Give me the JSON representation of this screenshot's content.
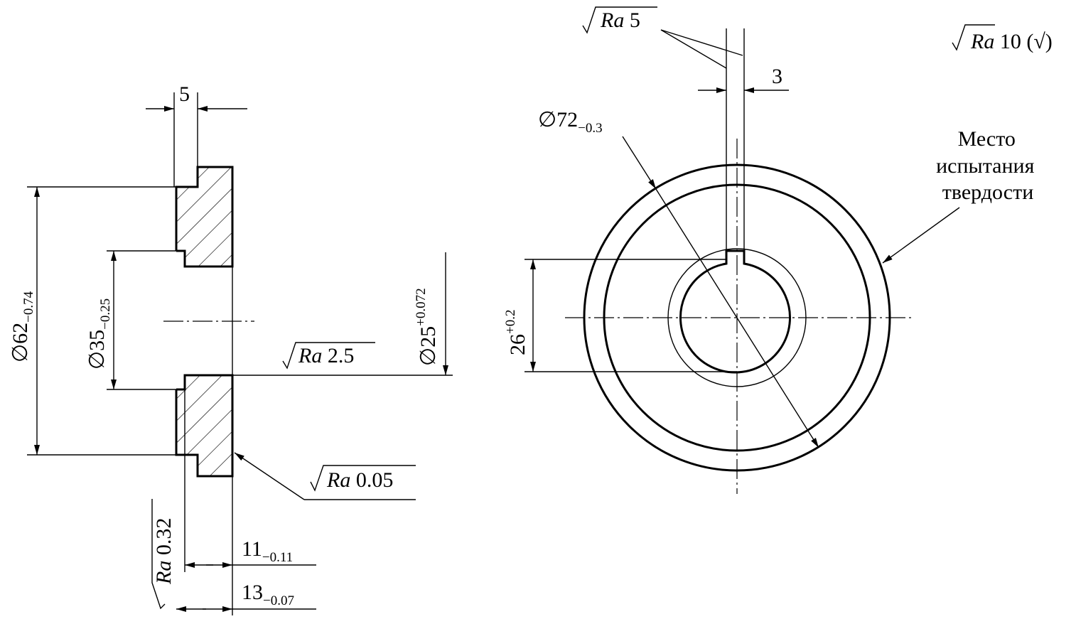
{
  "left_view": {
    "dim_width_top": "5",
    "dim_outer_diameter": {
      "nominal": "∅62",
      "tol": "−0.74"
    },
    "dim_counterbore": {
      "nominal": "∅35",
      "tol": "−0.25"
    },
    "dim_bore": {
      "nominal": "∅25",
      "tol": "+0.072"
    },
    "roughness_bore": {
      "sym": "Ra",
      "value": "2.5"
    },
    "roughness_face": {
      "sym": "Ra",
      "value": "0.05"
    },
    "roughness_left": {
      "sym": "Ra",
      "value": "0.32"
    },
    "dim_len_11": {
      "nominal": "11",
      "tol": "−0.11"
    },
    "dim_len_13": {
      "nominal": "13",
      "tol": "−0.07"
    }
  },
  "right_view": {
    "roughness_key": {
      "sym": "Ra",
      "value": "5"
    },
    "dim_key_width": "3",
    "dim_diameter": {
      "nominal": "∅72",
      "tol": "−0.3"
    },
    "dim_key_depth": {
      "nominal": "26",
      "tol": "+0.2"
    },
    "note_lines": [
      "Место",
      "испытания",
      "твердости"
    ]
  },
  "general_roughness": {
    "sym": "Ra",
    "value": "10",
    "suffix": "(√)"
  }
}
